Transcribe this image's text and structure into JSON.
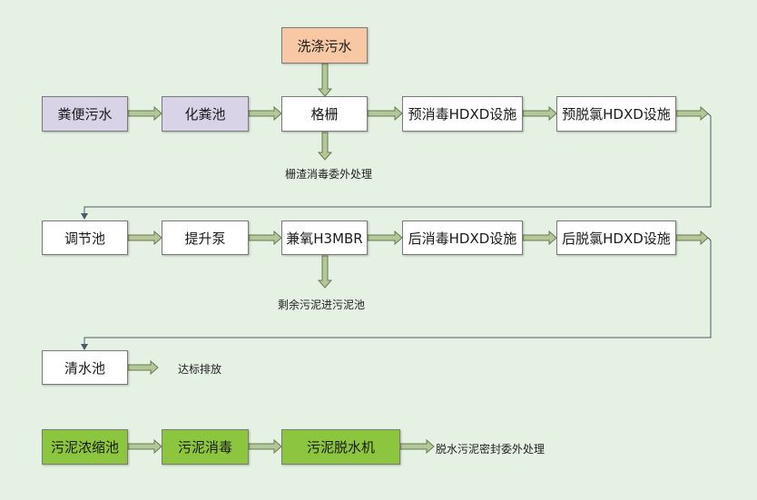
{
  "colors": {
    "background": "#e5f1e2",
    "box_white": "#ffffff",
    "box_purple": "#d9d3e8",
    "box_orange": "#f8c8a4",
    "box_green": "#8cc63f",
    "arrow_fill": "#b3c89a",
    "arrow_stroke": "#6b7a4e",
    "line": "#4a5a6a"
  },
  "nodes": {
    "wash": "洗涤污水",
    "feces": "粪便污水",
    "septic": "化粪池",
    "grille": "格栅",
    "pre_disinfect": "预消毒HDXD设施",
    "pre_dechlor": "预脱氯HDXD设施",
    "regulate": "调节池",
    "lift_pump": "提升泵",
    "anoxic_mbr": "兼氧H3MBR",
    "post_disinfect": "后消毒HDXD设施",
    "post_dechlor": "后脱氯HDXD设施",
    "clear_pool": "清水池",
    "sludge_thicken": "污泥浓缩池",
    "sludge_disinfect": "污泥消毒",
    "sludge_dewater": "污泥脱水机"
  },
  "notes": {
    "screenings": "栅渣消毒委外处理",
    "excess_sludge": "剩余污泥进污泥池",
    "discharge": "达标排放",
    "dewatered": "脱水污泥密封委外处理"
  }
}
